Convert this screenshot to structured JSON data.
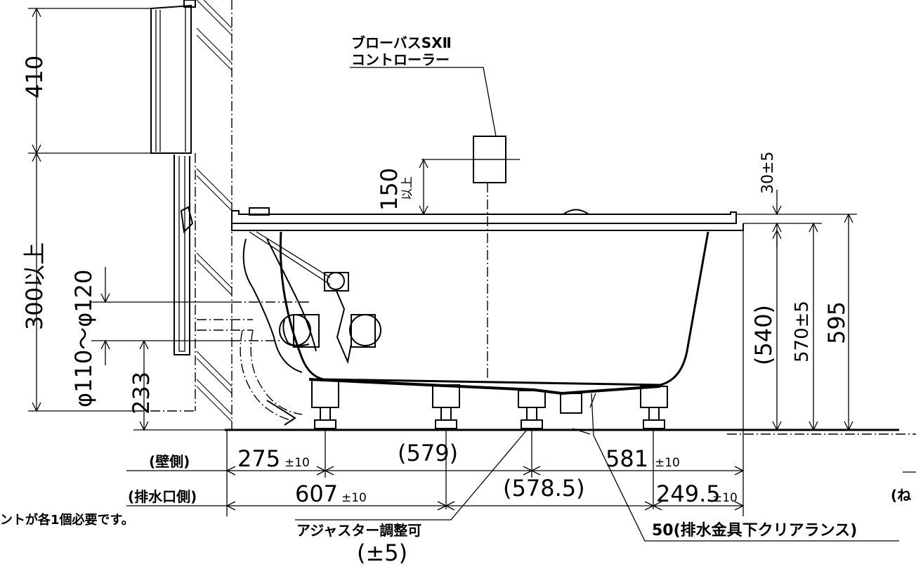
{
  "controller": {
    "line1": "ブローバスSXⅡ",
    "line2": "コントローラー"
  },
  "dims": {
    "d410": "410",
    "d300": "300以上",
    "pipe": "φ110〜φ120",
    "d233": "233",
    "d150": "150",
    "d150_suffix": "以上",
    "d30": "30±5",
    "d540": "(540)",
    "d570": "570±5",
    "d595": "595"
  },
  "bottom": {
    "wall_label": "(壁側)",
    "drain_label": "(排水口側)",
    "d275": "275",
    "d275_tol": "±10",
    "d579": "(579)",
    "d581": "581",
    "d581_tol": "±10",
    "d607": "607",
    "d607_tol": "±10",
    "d5785": "(578.5)",
    "d2495": "249.5",
    "d2495_tol": "±10",
    "adjuster": "アジャスター調整可",
    "adjuster_tol": "(±5)",
    "clearance": "50(排水金具下クリアランス)",
    "right_cut": "(ね"
  },
  "note": "ントが各1個必要です。"
}
